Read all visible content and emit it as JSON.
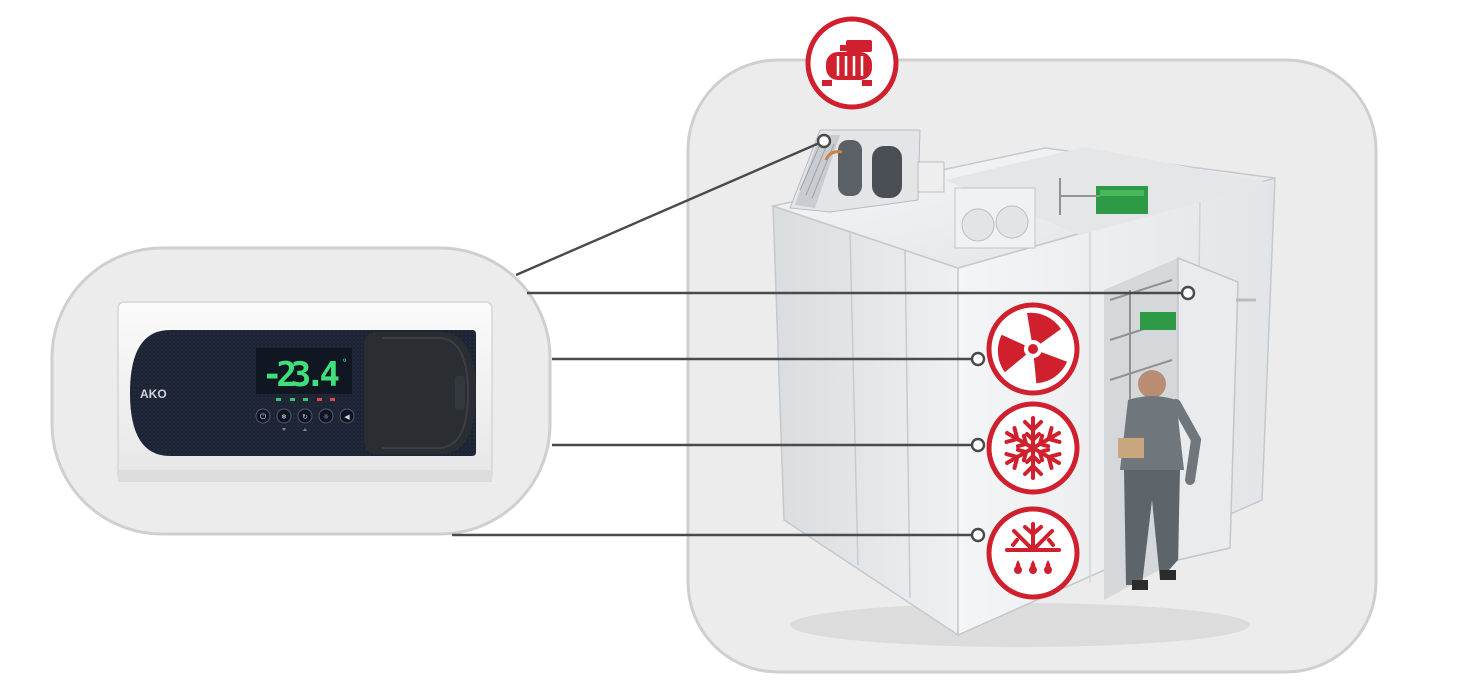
{
  "controller": {
    "brand": "AKO",
    "display_value": "-23.4",
    "display_unit": "°",
    "buttons": [
      "power-icon",
      "defrost-cycle-icon",
      "set-icon",
      "light-icon",
      "sound-icon"
    ]
  },
  "features": [
    {
      "name": "compressor",
      "icon": "compressor-icon"
    },
    {
      "name": "door",
      "icon": "door-sensor-icon"
    },
    {
      "name": "evaporator-fan",
      "icon": "fan-icon"
    },
    {
      "name": "cold",
      "icon": "snowflake-icon"
    },
    {
      "name": "defrost",
      "icon": "defrost-icon"
    }
  ],
  "colors": {
    "accent_red": "#d0202e",
    "panel_grey": "#ececec",
    "panel_border": "#cfcfcf",
    "display_green": "#3fe07a",
    "line_grey": "#4a4a4a"
  }
}
